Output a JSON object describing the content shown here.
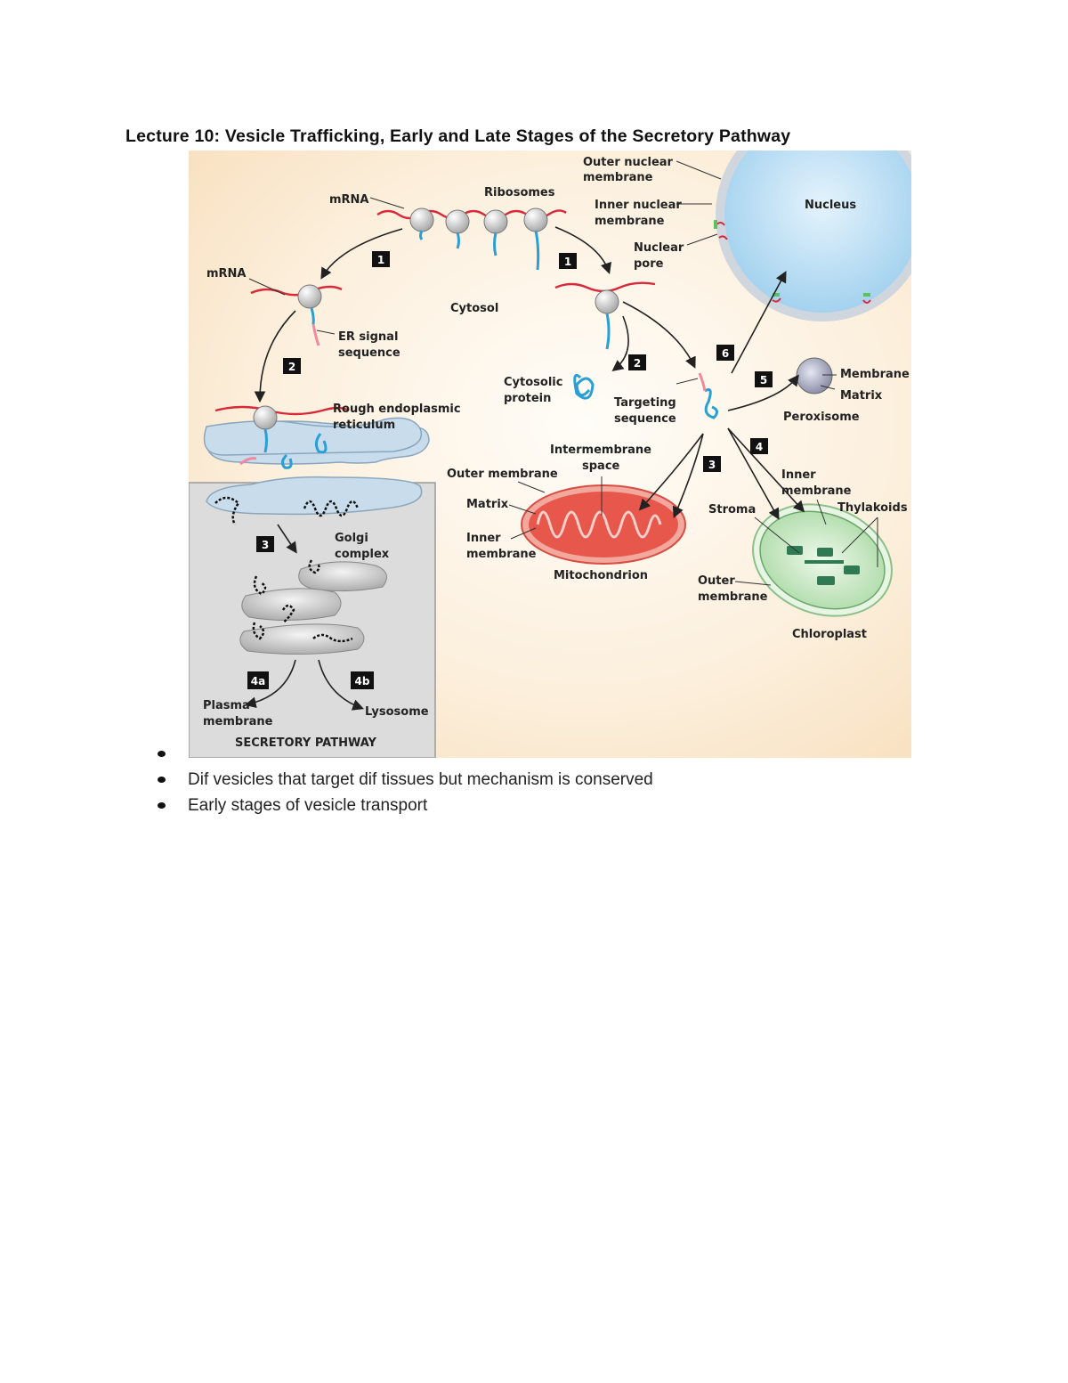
{
  "title": "Lecture 10: Vesicle Trafficking, Early and Late Stages of the Secretory Pathway",
  "figure": {
    "labels": {
      "outer_nuclear_membrane": [
        "Outer nuclear",
        "membrane"
      ],
      "inner_nuclear_membrane": [
        "Inner nuclear",
        "membrane"
      ],
      "nuclear_pore": [
        "Nuclear",
        "pore"
      ],
      "nucleus": "Nucleus",
      "mrna_top": "mRNA",
      "ribosomes": "Ribosomes",
      "mrna_left": "mRNA",
      "cytosol": "Cytosol",
      "er_signal_sequence": [
        "ER signal",
        "sequence"
      ],
      "rough_er": [
        "Rough endoplasmic",
        "reticulum"
      ],
      "cytosolic_protein": [
        "Cytosolic",
        "protein"
      ],
      "targeting_sequence": [
        "Targeting",
        "sequence"
      ],
      "membrane": "Membrane",
      "matrix_peroxisome": "Matrix",
      "peroxisome": "Peroxisome",
      "intermembrane_space": [
        "Intermembrane",
        "space"
      ],
      "outer_membrane_mito": "Outer membrane",
      "matrix_mito": "Matrix",
      "inner_membrane_mito": [
        "Inner",
        "membrane"
      ],
      "mitochondrion": "Mitochondrion",
      "inner_membrane_chloro": [
        "Inner",
        "membrane"
      ],
      "stroma": "Stroma",
      "thylakoids": "Thylakoids",
      "outer_membrane_chloro": [
        "Outer",
        "membrane"
      ],
      "chloroplast": "Chloroplast",
      "golgi_complex": [
        "Golgi",
        "complex"
      ],
      "plasma_membrane": [
        "Plasma",
        "membrane"
      ],
      "lysosome": "Lysosome",
      "secretory_pathway": "SECRETORY PATHWAY"
    },
    "steps": {
      "s1_left": "1",
      "s1_right": "1",
      "s2_left": "2",
      "s2_right": "2",
      "s3_golgi": "3",
      "s3_mito": "3",
      "s4": "4",
      "s5": "5",
      "s6": "6",
      "s4a": "4a",
      "s4b": "4b"
    },
    "colors": {
      "cytosol_background": "#fbe6c8",
      "nucleus_fill": "#bfe0f4",
      "mrna": "#d8283a",
      "protein": "#2a9fd6",
      "signal_sequence": "#ef8aa0",
      "mitochondrion": "#e8574c",
      "chloroplast": "#bfe3bd",
      "thylakoid": "#2f7a52",
      "secretory_panel": "#dcdcdc",
      "step_badge": "#111111"
    }
  },
  "bullets": [
    "",
    "Dif vesicles that target dif tissues but mechanism is conserved",
    "Early stages of vesicle transport"
  ]
}
